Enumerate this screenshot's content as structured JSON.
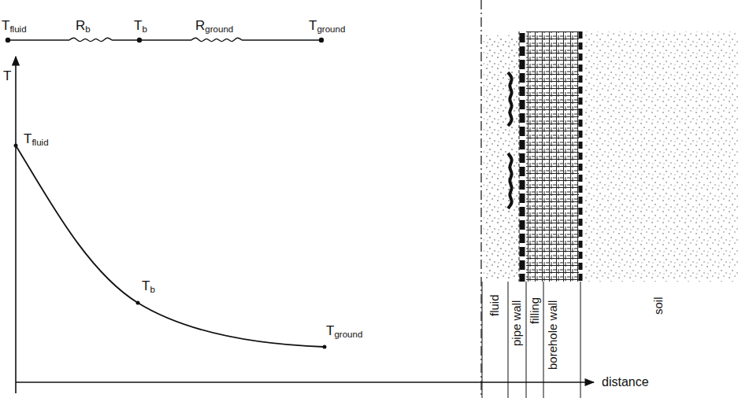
{
  "diagram": {
    "labels": [
      "Tfluid",
      "Rb",
      "Tb",
      "Rground",
      "Tground",
      "T",
      "Tfluid",
      "Tb",
      "Tground",
      "distance",
      "fluid",
      "pipe wall",
      "filling",
      "borehole wall",
      "soil"
    ]
  }
}
